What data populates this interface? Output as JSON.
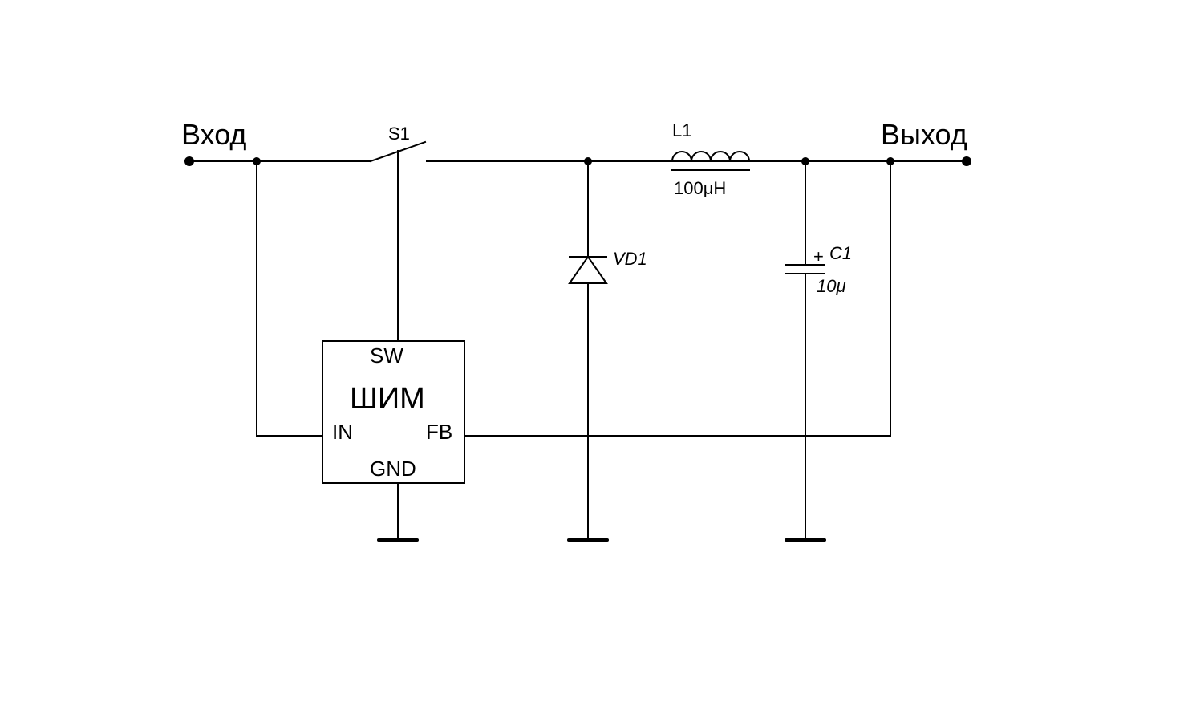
{
  "terminals": {
    "input_label": "Вход",
    "output_label": "Выход"
  },
  "switch": {
    "ref": "S1"
  },
  "inductor": {
    "ref": "L1",
    "value": "100μH"
  },
  "diode": {
    "ref": "VD1"
  },
  "capacitor": {
    "ref": "C1",
    "value": "10μ",
    "polarity_mark": "+"
  },
  "controller": {
    "name": "ШИМ",
    "pins": {
      "sw": "SW",
      "in": "IN",
      "fb": "FB",
      "gnd": "GND"
    }
  },
  "colors": {
    "ink": "#000000",
    "background": "#ffffff"
  }
}
